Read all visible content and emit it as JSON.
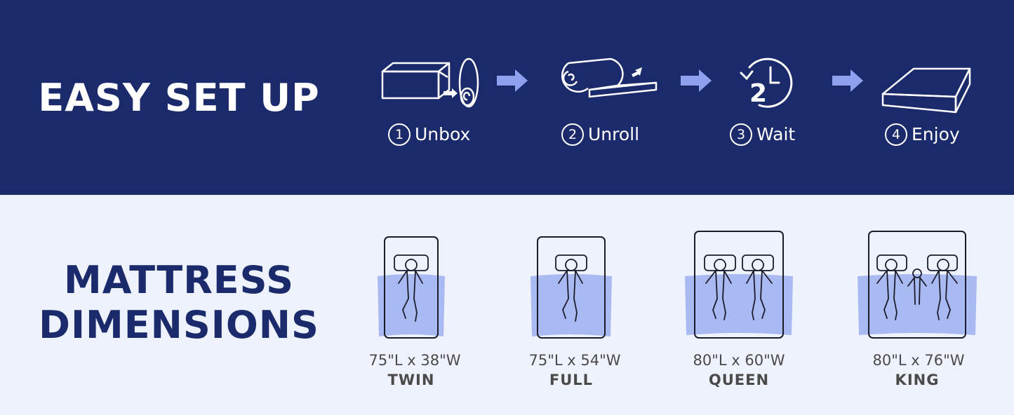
{
  "colors": {
    "navy": "#1b2a6b",
    "light": "#eef2fd",
    "blanket": "#a9b9f2",
    "arrow": "#8fa1ee"
  },
  "setup": {
    "title": "EASY SET UP",
    "steps": [
      {
        "num": "1",
        "label": "Unbox",
        "icon": "box-roll-icon"
      },
      {
        "num": "2",
        "label": "Unroll",
        "icon": "unroll-mattress-icon"
      },
      {
        "num": "3",
        "label": "Wait",
        "icon": "clock-2-icon",
        "icon_text": "2"
      },
      {
        "num": "4",
        "label": "Enjoy",
        "icon": "mattress-icon"
      }
    ]
  },
  "dimensions": {
    "title_line1": "MATTRESS",
    "title_line2": "DIMENSIONS",
    "sizes": [
      {
        "dims": "75\"L x 38\"W",
        "name": "TWIN"
      },
      {
        "dims": "75\"L x 54\"W",
        "name": "FULL"
      },
      {
        "dims": "80\"L x 60\"W",
        "name": "QUEEN"
      },
      {
        "dims": "80\"L x 76\"W",
        "name": "KING"
      }
    ]
  }
}
